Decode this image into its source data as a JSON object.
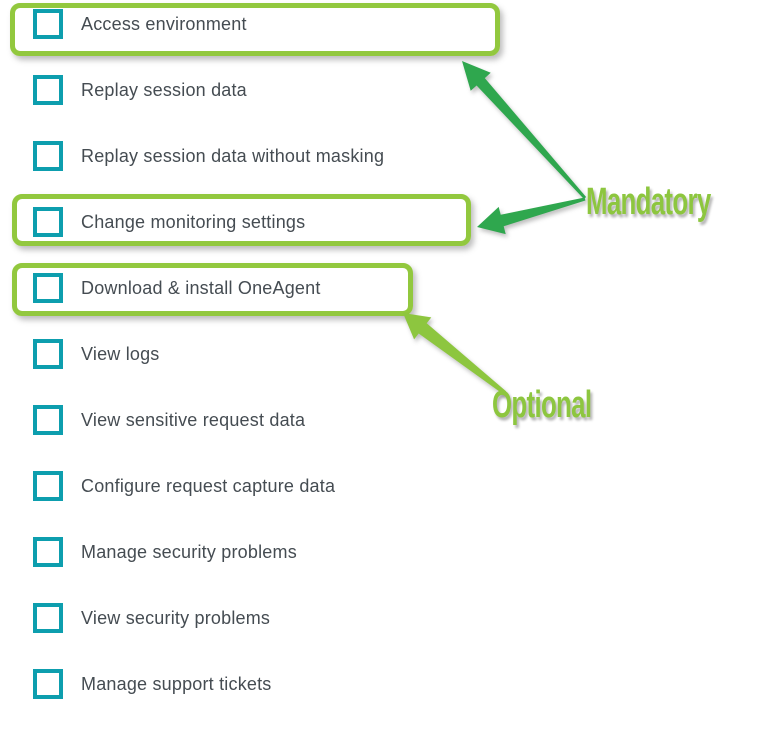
{
  "colors": {
    "background": "#ffffff",
    "checkbox_border": "#0d9eae",
    "label_text": "#454c52",
    "highlight_box_border": "#92c83e",
    "mandatory_arrow": "#2fa74e",
    "optional_arrow": "#8dc63f",
    "annotation_text": "#8dc63f"
  },
  "permissions": {
    "items": [
      {
        "label": "Access environment",
        "checked": false,
        "highlighted": true,
        "annotation": "Mandatory"
      },
      {
        "label": "Replay session data",
        "checked": false,
        "highlighted": false,
        "annotation": null
      },
      {
        "label": "Replay session data without masking",
        "checked": false,
        "highlighted": false,
        "annotation": null
      },
      {
        "label": "Change monitoring settings",
        "checked": false,
        "highlighted": true,
        "annotation": "Mandatory"
      },
      {
        "label": "Download & install OneAgent",
        "checked": false,
        "highlighted": true,
        "annotation": "Optional"
      },
      {
        "label": "View logs",
        "checked": false,
        "highlighted": false,
        "annotation": null
      },
      {
        "label": "View sensitive request data",
        "checked": false,
        "highlighted": false,
        "annotation": null
      },
      {
        "label": "Configure request capture data",
        "checked": false,
        "highlighted": false,
        "annotation": null
      },
      {
        "label": "Manage security problems",
        "checked": false,
        "highlighted": false,
        "annotation": null
      },
      {
        "label": "View security problems",
        "checked": false,
        "highlighted": false,
        "annotation": null
      },
      {
        "label": "Manage support tickets",
        "checked": false,
        "highlighted": false,
        "annotation": null
      }
    ]
  },
  "annotations": {
    "mandatory_label": "Mandatory",
    "optional_label": "Optional"
  }
}
